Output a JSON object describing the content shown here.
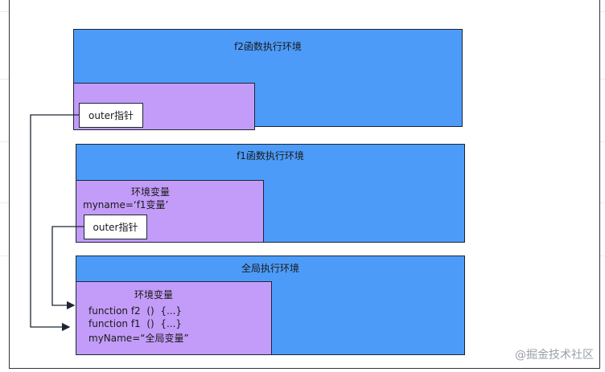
{
  "f2_env": {
    "title": "f2函数执行环境",
    "outer_label": "outer指针"
  },
  "f1_env": {
    "title": "f1函数执行环境",
    "var_title": "环境变量",
    "var_line": "myname=‘f1变量’",
    "outer_label": "outer指针"
  },
  "global_env": {
    "title": "全局执行环境",
    "var_title": "环境变量",
    "lines": [
      "function f2  ()  {...}",
      "function f1  ()  {...}",
      "myName=“全局变量”"
    ]
  },
  "watermark": "@掘金技术社区",
  "colors": {
    "env_fill": "#4d9bf9",
    "var_fill": "#c39cf9",
    "stroke": "#1d2733"
  }
}
